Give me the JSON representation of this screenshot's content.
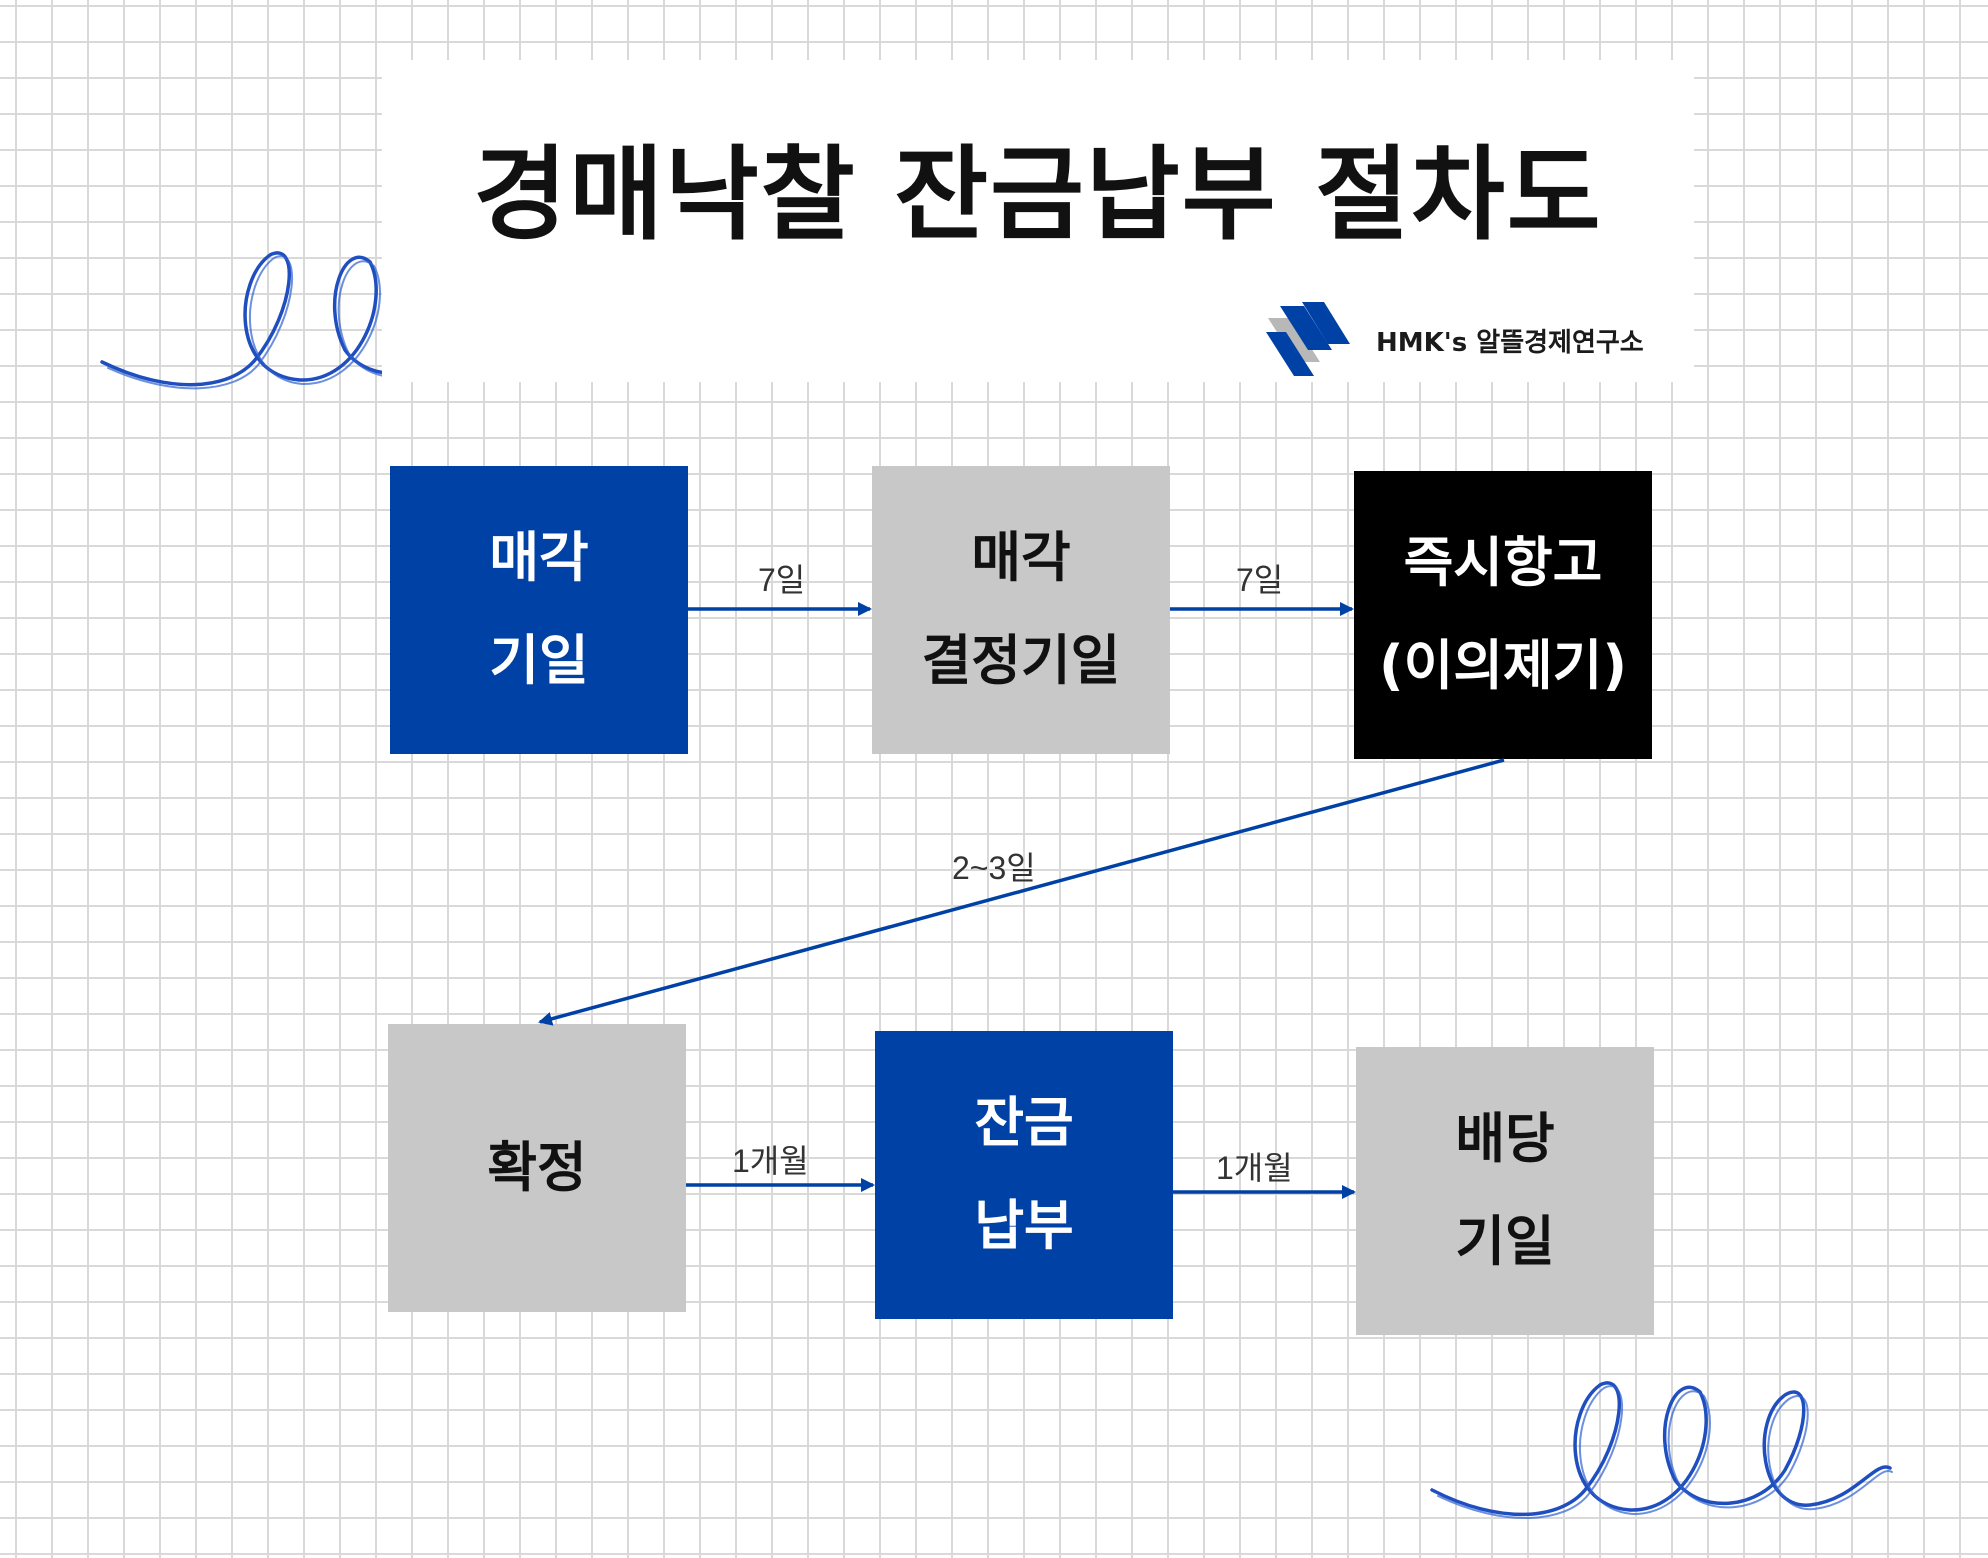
{
  "title": "경매낙찰 잔금납부 절차도",
  "brand": {
    "name": "HMK's 알뜰경제연구소",
    "logo_icon": "diagonal-stripes-logo-icon"
  },
  "nodes": [
    {
      "id": "sale-date",
      "lines": [
        "매각",
        "기일"
      ],
      "color": "#0041a6"
    },
    {
      "id": "sale-decision-date",
      "lines": [
        "매각",
        "결정기일"
      ],
      "color": "#c8c8c8"
    },
    {
      "id": "immediate-appeal",
      "lines": [
        "즉시항고",
        "(이의제기)"
      ],
      "color": "#000000"
    },
    {
      "id": "confirmation",
      "lines": [
        "확정"
      ],
      "color": "#c8c8c8"
    },
    {
      "id": "balance-payment",
      "lines": [
        "잔금",
        "납부"
      ],
      "color": "#0041a6"
    },
    {
      "id": "distribution-date",
      "lines": [
        "배당",
        "기일"
      ],
      "color": "#c8c8c8"
    }
  ],
  "edges": [
    {
      "from": "sale-date",
      "to": "sale-decision-date",
      "label": "7일"
    },
    {
      "from": "sale-decision-date",
      "to": "immediate-appeal",
      "label": "7일"
    },
    {
      "from": "immediate-appeal",
      "to": "confirmation",
      "label": "2~3일"
    },
    {
      "from": "confirmation",
      "to": "balance-payment",
      "label": "1개월"
    },
    {
      "from": "balance-payment",
      "to": "distribution-date",
      "label": "1개월"
    }
  ],
  "accent_color": "#0041a6"
}
